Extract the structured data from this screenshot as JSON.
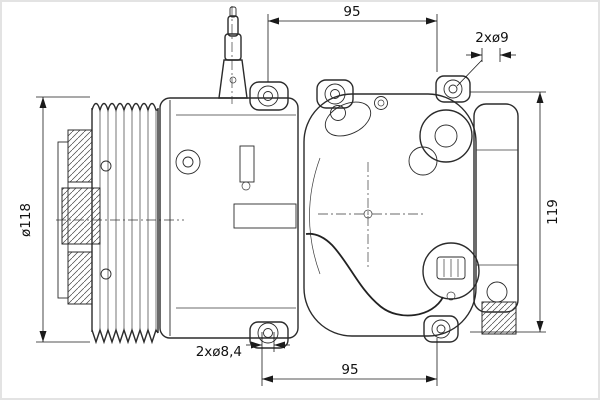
{
  "dimensions": {
    "top_width": "95",
    "top_holes": "2xø9",
    "left_diameter": "ø118",
    "right_height": "119",
    "bottom_holes": "2xø8,4",
    "bottom_width": "95"
  },
  "colors": {
    "line": "#2b2b2b",
    "dimension": "#1a1a1a",
    "background": "#ffffff",
    "border": "#e3e3e3"
  }
}
